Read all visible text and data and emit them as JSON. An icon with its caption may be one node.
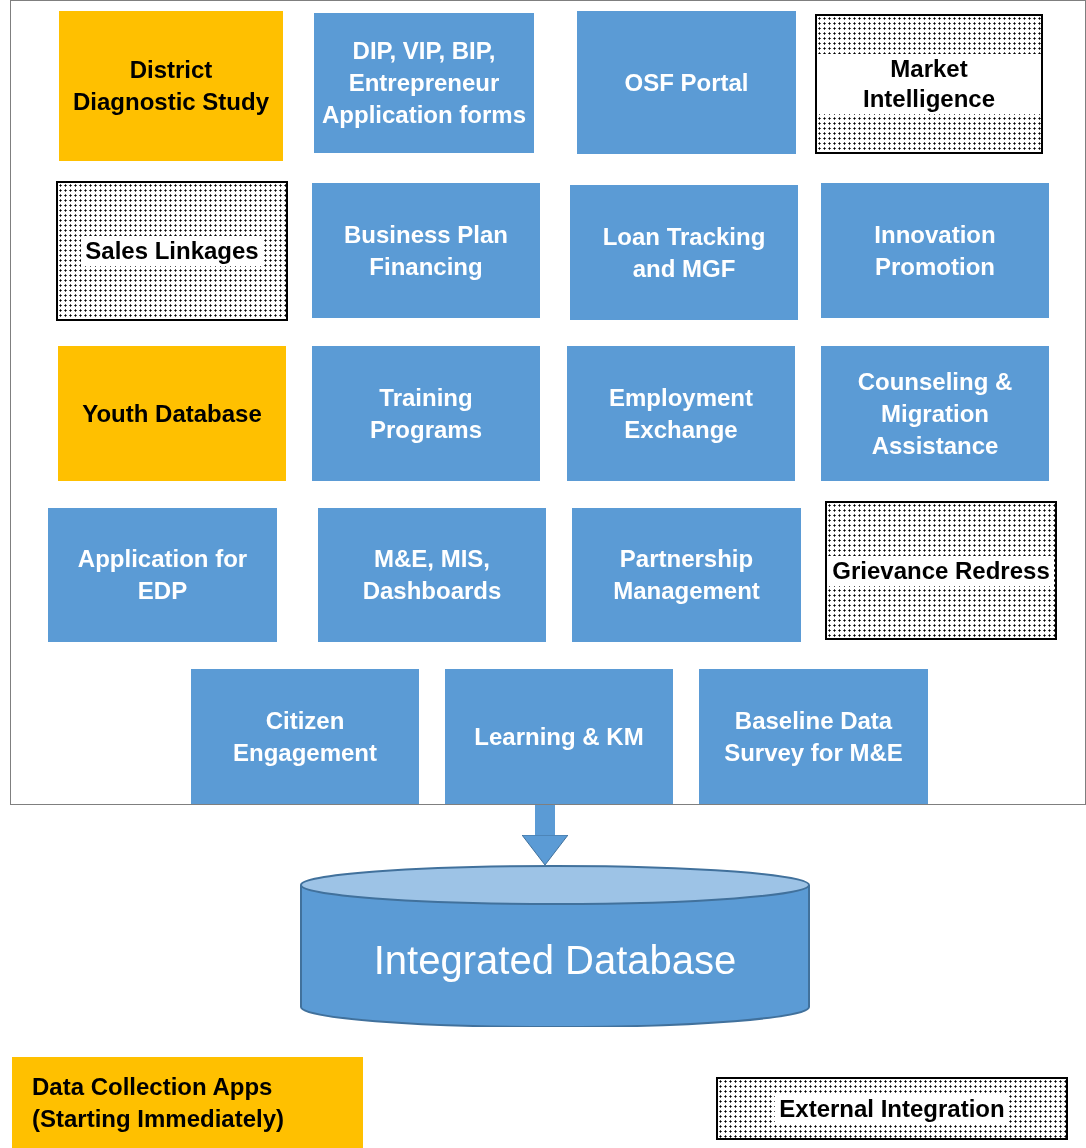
{
  "diagram": {
    "nodes": [
      {
        "text": [],
        "shape": "box"
      },
      {
        "text": [
          "District Diagnostic Study"
        ],
        "in": 0
      },
      {
        "text": [
          "DIP, VIP, BIP, Entrepreneur Application forms"
        ],
        "in": 0
      },
      {
        "text": [
          "OSF Portal"
        ],
        "in": 0
      },
      {
        "text": [
          "Market Intelligence"
        ],
        "in": 0
      },
      {
        "text": [
          "Sales Linkages"
        ],
        "in": 0
      },
      {
        "text": [
          "Business Plan Financing"
        ],
        "in": 0
      },
      {
        "text": [
          "Loan Tracking and MGF"
        ],
        "in": 0
      },
      {
        "text": [
          "Innovation Promotion"
        ],
        "in": 0
      },
      {
        "text": [
          "Youth Database"
        ],
        "in": 0
      },
      {
        "text": [
          "Training Programs"
        ],
        "in": 0
      },
      {
        "text": [
          "Employment Exchange"
        ],
        "in": 0
      },
      {
        "text": [
          "Counseling & Migration Assistance"
        ],
        "in": 0
      },
      {
        "text": [
          "Application for EDP"
        ],
        "in": 0
      },
      {
        "text": [
          "M&E, MIS, Dashboards"
        ],
        "in": 0
      },
      {
        "text": [
          "Partnership Management"
        ],
        "in": 0
      },
      {
        "text": [
          "Grievance Redress"
        ],
        "in": 0
      },
      {
        "text": [
          "Citizen Engagement"
        ],
        "in": 0
      },
      {
        "text": [
          "Learning & KM"
        ],
        "in": 0
      },
      {
        "text": [
          "Baseline Data Survey for M&E"
        ],
        "in": 0
      },
      {
        "text": [
          "Integrated Database"
        ]
      }
    ],
    "edges": [
      {
        "from": 0,
        "to": 20,
        "arrow": "to"
      }
    ],
    "legend": [
      {
        "text": "Data Collection Apps (Starting Immediately)",
        "color": "#ffc000"
      },
      {
        "text": "External Integration"
      }
    ]
  }
}
